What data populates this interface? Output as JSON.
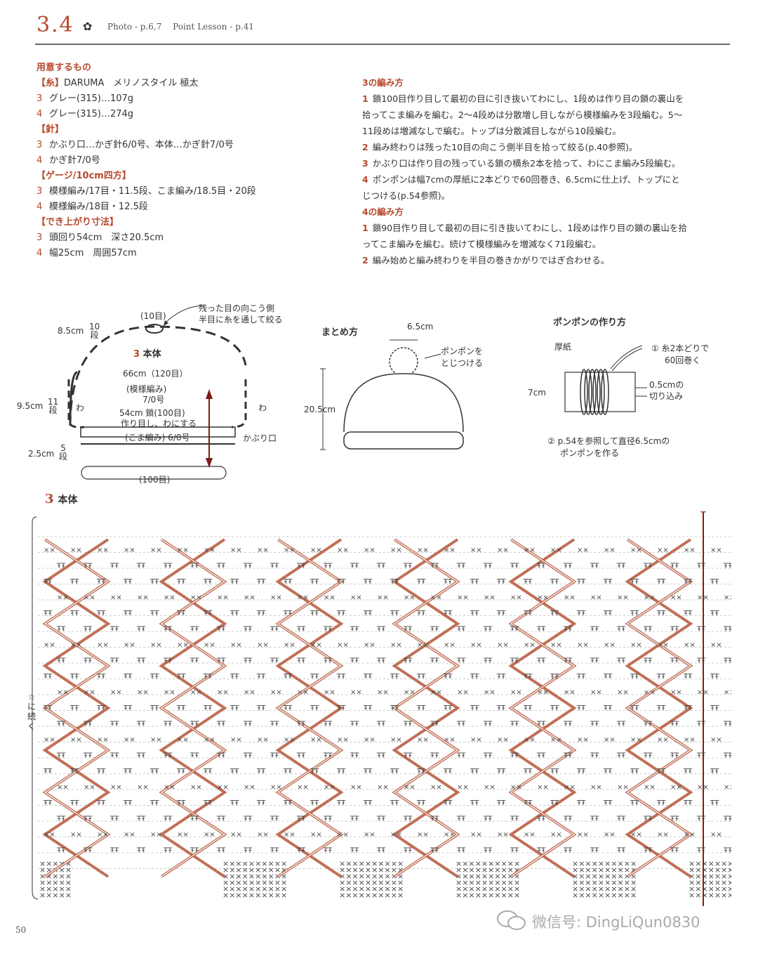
{
  "header": {
    "number": "3.4",
    "photo": "Photo - p.6,7",
    "lesson": "Point Lesson - p.41"
  },
  "materials": {
    "title": "用意するもの",
    "yarn_label": "【糸】",
    "yarn_desc": "DARUMA　メリノスタイル 極太",
    "yarn3": "グレー(315)…107g",
    "yarn4": "グレー(315)…274g",
    "needle_label": "【針】",
    "needle3": "かぶり口…かぎ針6/0号、本体…かぎ針7/0号",
    "needle4": "かぎ針7/0号",
    "gauge_label": "【ゲージ/10cm四方】",
    "gauge3": "模様編み/17目・11.5段、こま編み/18.5目・20段",
    "gauge4": "模様編み/18目・12.5段",
    "size_label": "【でき上がり寸法】",
    "size3": "頭回り54cm　深さ20.5cm",
    "size4": "幅25cm　周囲57cm",
    "n3": "3",
    "n4": "4"
  },
  "steps3": {
    "title": "3の編み方",
    "s1": "鎖100目作り目して最初の目に引き抜いてわにし、1段めは作り目の鎖の裏山を",
    "s1b": "拾ってこま編みを編む。2～4段めは分散増し目しながら模様編みを3段編む。5～",
    "s1c": "11段めは増減なしで編む。トップは分散減目しながら10段編む。",
    "s2": "編み終わりは残った10目の向こう側半目を拾って絞る(p.40参照)。",
    "s3": "かぶり口は作り目の残っている鎖の横糸2本を拾って、わにこま編み5段編む。",
    "s4": "ポンポンは幅7cmの厚紙に2本どりで60回巻き、6.5cmに仕上げ、トップにと",
    "s4b": "じつける(p.54参照)。"
  },
  "steps4": {
    "title": "4の編み方",
    "s1": "鎖90目作り目して最初の目に引き抜いてわにし、1段めは作り目の鎖の裏山を拾",
    "s1b": "ってこま編みを編む。続けて模様編みを増減なく71段編む。",
    "s2": "編み始めと編み終わりを半目の巻きかがりではぎ合わせる。"
  },
  "body_diagram": {
    "title": "本体",
    "num": "3",
    "top_count": "(10目)",
    "top_note1": "残った目の向こう側",
    "top_note2": "半目に糸を通して絞る",
    "crown_h": "8.5cm",
    "crown_rows": "10",
    "crown_rows_unit": "段",
    "width": "66cm（120目）",
    "pattern": "(模様編み)",
    "hook": "7/0号",
    "side_h": "9.5cm",
    "side_rows": "11",
    "side_unit": "段",
    "wa": "わ",
    "chain": "54cm 鎖(100目)",
    "chain2": "作り目し、わにする",
    "brim_label": "(こま編み) 6/0号",
    "brim_name": "かぶり口",
    "brim_h": "2.5cm",
    "brim_rows": "5",
    "brim_unit": "段",
    "bottom_count": "(100目)"
  },
  "finish": {
    "title": "まとめ方",
    "pompom_d": "6.5cm",
    "pompom_note1": "ポンポンを",
    "pompom_note2": "とじつける",
    "height": "20.5cm"
  },
  "pompom": {
    "title": "ポンポンの作り方",
    "card": "厚紙",
    "note1a": "① 糸2本どりで",
    "note1b": "60回巻く",
    "cut1": "0.5cmの",
    "cut2": "切り込み",
    "width": "7cm",
    "note2a": "② p.54を参照して直径6.5cmの",
    "note2b": "ポンポンを作る"
  },
  "chart": {
    "title": "本体",
    "num": "3",
    "side_note": "☆に続く"
  },
  "page_number": "50",
  "watermark": "微信号: DingLiQun0830",
  "colors": {
    "accent": "#b5492c",
    "cable": "#b5573a",
    "stitch": "#444444"
  }
}
